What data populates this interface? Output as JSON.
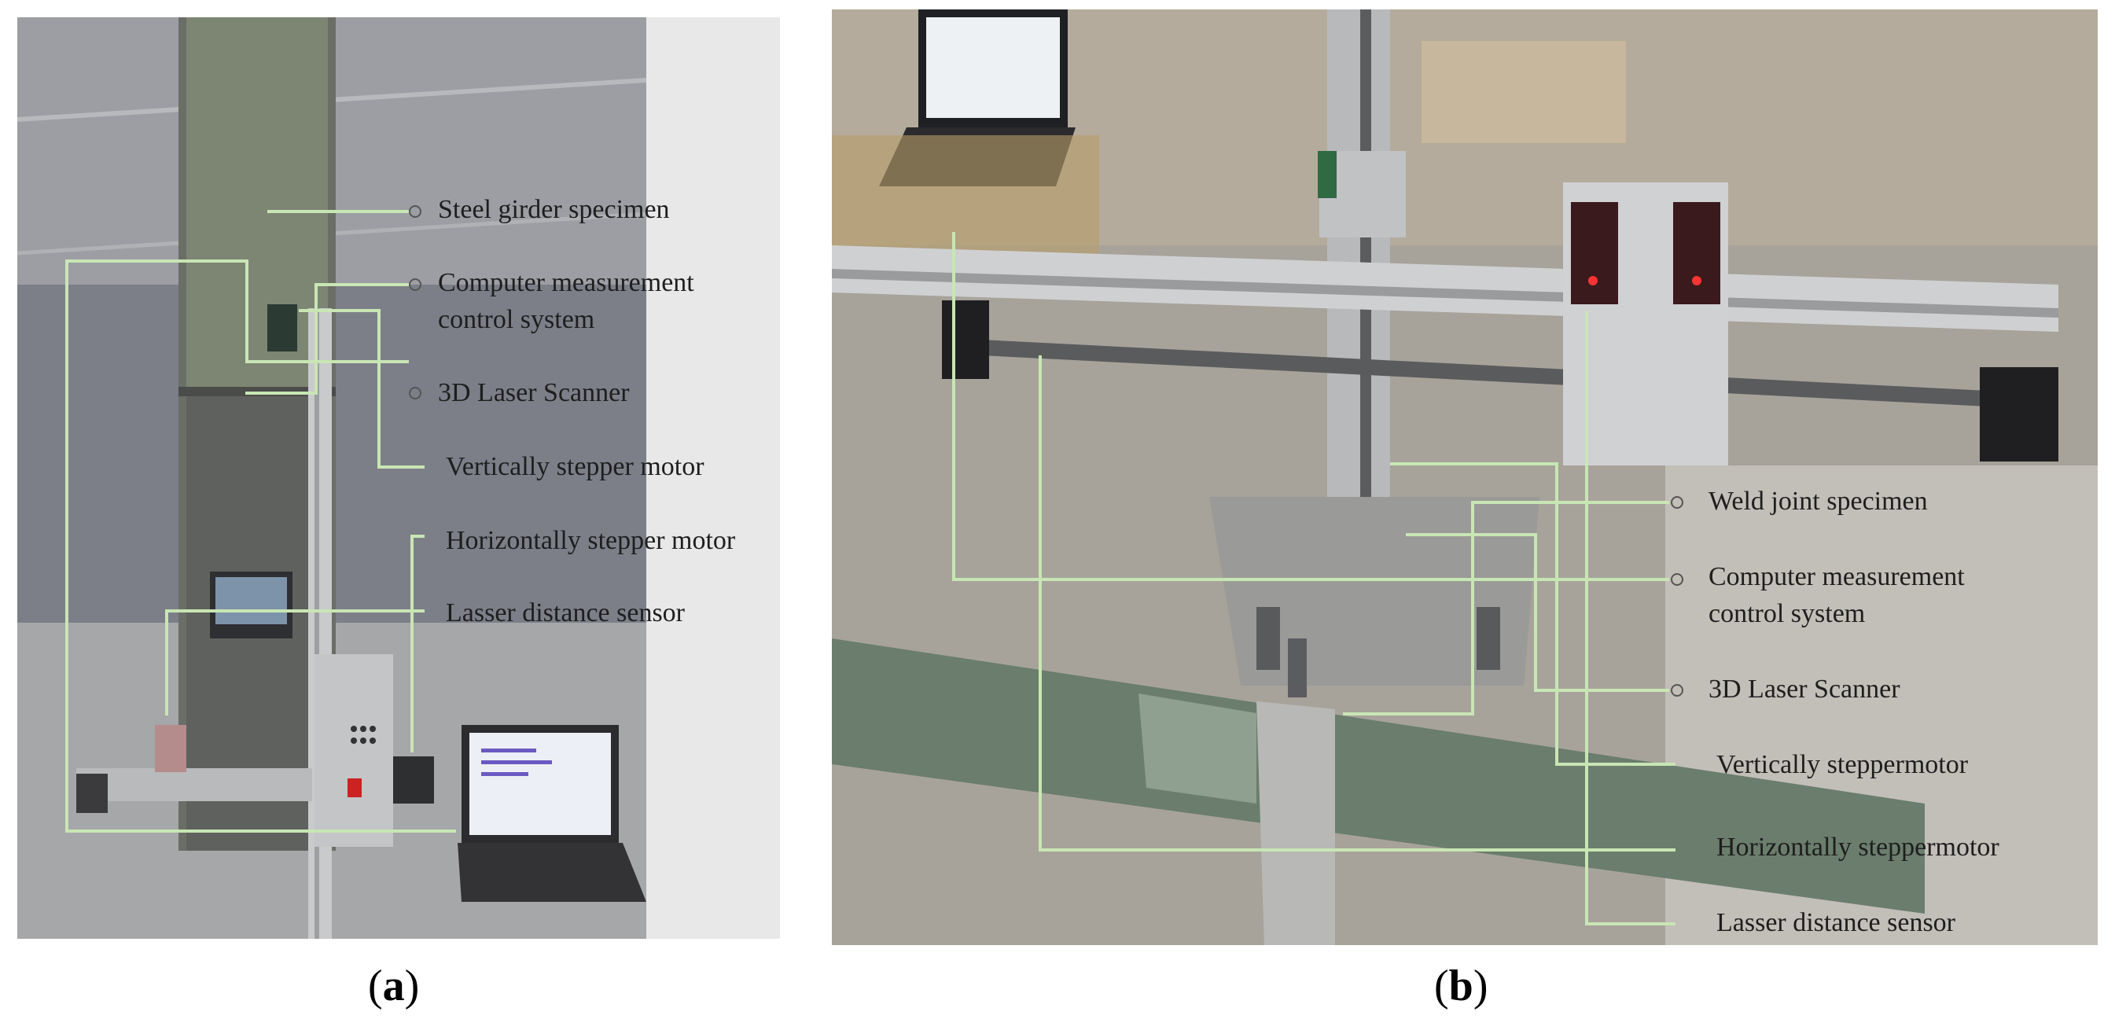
{
  "colors": {
    "annotation_line": "#c8e6b4",
    "label_text": "#1e1e1e",
    "overlay_panel": "#e8e8e8",
    "caption": "#000000"
  },
  "panel_a": {
    "caption_letter": "a",
    "labels": {
      "steel_girder_specimen": "Steel girder specimen",
      "computer_measurement_1": "Computer measurement",
      "computer_measurement_2": "control system",
      "laser_scanner": "3D Laser Scanner",
      "vertical_stepper": "Vertically stepper motor",
      "horizontal_stepper": "Horizontally stepper motor",
      "distance_sensor": "Lasser distance sensor"
    }
  },
  "panel_b": {
    "caption_letter": "b",
    "labels": {
      "weld_joint_specimen": "Weld joint specimen",
      "computer_measurement_1": "Computer measurement",
      "computer_measurement_2": "control system",
      "laser_scanner": "3D Laser Scanner",
      "vertical_stepper": "Vertically steppermotor",
      "horizontal_stepper": "Horizontally steppermotor",
      "distance_sensor": "Lasser distance sensor"
    }
  }
}
